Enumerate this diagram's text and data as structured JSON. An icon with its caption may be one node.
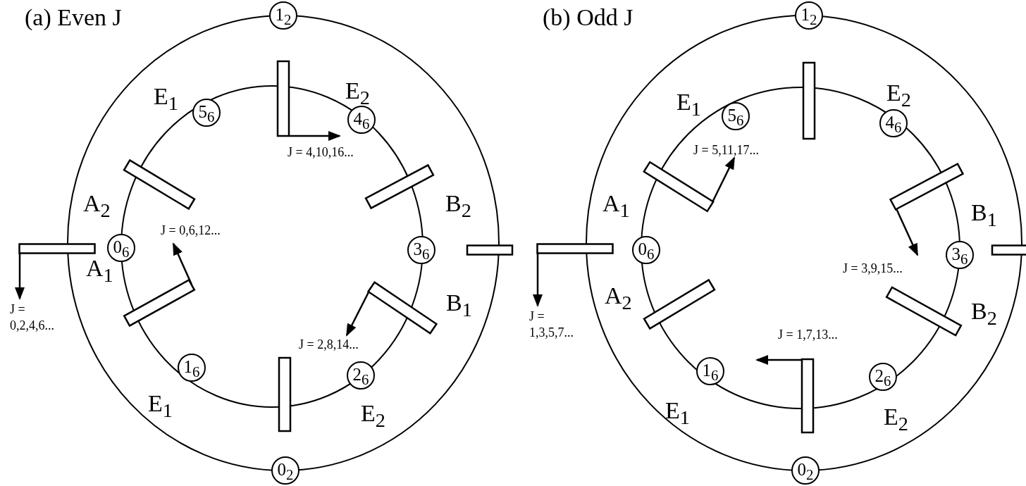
{
  "diagram": {
    "nodes": [
      {
        "text": [
          "1$_{2}$"
        ]
      },
      {
        "text": [
          "5$_{6}$"
        ]
      },
      {
        "text": [
          "4$_{6}$"
        ]
      },
      {
        "text": [
          "0$_{6}$"
        ]
      },
      {
        "text": [
          "3$_{6}$"
        ]
      },
      {
        "text": [
          "1$_{6}$"
        ]
      },
      {
        "text": [
          "2$_{6}$"
        ]
      },
      {
        "text": [
          "0$_{2}$"
        ]
      },
      {
        "text": [],
        "shape": "bar"
      },
      {
        "text": [],
        "shape": "bar"
      },
      {
        "text": [],
        "shape": "bar"
      },
      {
        "text": [],
        "shape": "bar"
      },
      {
        "text": [],
        "shape": "bar"
      },
      {
        "text": [],
        "shape": "bar"
      },
      {
        "text": [],
        "shape": "bar"
      },
      {
        "text": [],
        "shape": "bar"
      },
      {
        "text": [
          "1$_{2}$"
        ]
      },
      {
        "text": [
          "5$_{6}$"
        ]
      },
      {
        "text": [
          "4$_{6}$"
        ]
      },
      {
        "text": [
          "0$_{6}$"
        ]
      },
      {
        "text": [
          "3$_{6}$"
        ]
      },
      {
        "text": [
          "1$_{6}$"
        ]
      },
      {
        "text": [
          "2$_{6}$"
        ]
      },
      {
        "text": [
          "0$_{2}$"
        ]
      },
      {
        "text": [],
        "shape": "bar"
      },
      {
        "text": [],
        "shape": "bar"
      },
      {
        "text": [],
        "shape": "bar"
      },
      {
        "text": [],
        "shape": "bar"
      },
      {
        "text": [],
        "shape": "bar"
      },
      {
        "text": [],
        "shape": "bar"
      },
      {
        "text": [],
        "shape": "bar"
      },
      {
        "text": [],
        "shape": "bar"
      },
      {
        "text": [
          "J = 4,10,16..."
        ]
      },
      {
        "text": [
          "J = 0,6,12..."
        ]
      },
      {
        "text": [
          "J = 0,2,4,6..."
        ]
      },
      {
        "text": [
          "J = 2,8,14..."
        ]
      },
      {
        "text": [
          "J = 5,11,17..."
        ]
      },
      {
        "text": [
          "J = 3,9,15..."
        ]
      },
      {
        "text": [
          "J = 1,3,5,7..."
        ]
      },
      {
        "text": [
          "J = 1,7,13..."
        ]
      }
    ],
    "edges": [
      {
        "from": 8,
        "to": 32,
        "arrow": "to"
      },
      {
        "from": 13,
        "to": 33,
        "arrow": "to"
      },
      {
        "from": 11,
        "to": 34,
        "arrow": "to"
      },
      {
        "from": 14,
        "to": 35,
        "arrow": "to"
      },
      {
        "from": 25,
        "to": 36,
        "arrow": "to"
      },
      {
        "from": 26,
        "to": 37,
        "arrow": "to"
      },
      {
        "from": 27,
        "to": 38,
        "arrow": "to"
      },
      {
        "from": 31,
        "to": 39,
        "arrow": "to"
      }
    ],
    "labels": [
      "(a) Even  J",
      "(b) Odd  J",
      "E$_{1}$",
      "E$_{2}$",
      "A$_{2}$",
      "B$_{2}$",
      "A$_{1}$",
      "B$_{1}$",
      "E$_{1}$",
      "E$_{2}$",
      "E$_{1}$",
      "E$_{2}$",
      "A$_{1}$",
      "B$_{1}$",
      "A$_{2}$",
      "B$_{2}$",
      "E$_{1}$",
      "E$_{2}$"
    ]
  }
}
